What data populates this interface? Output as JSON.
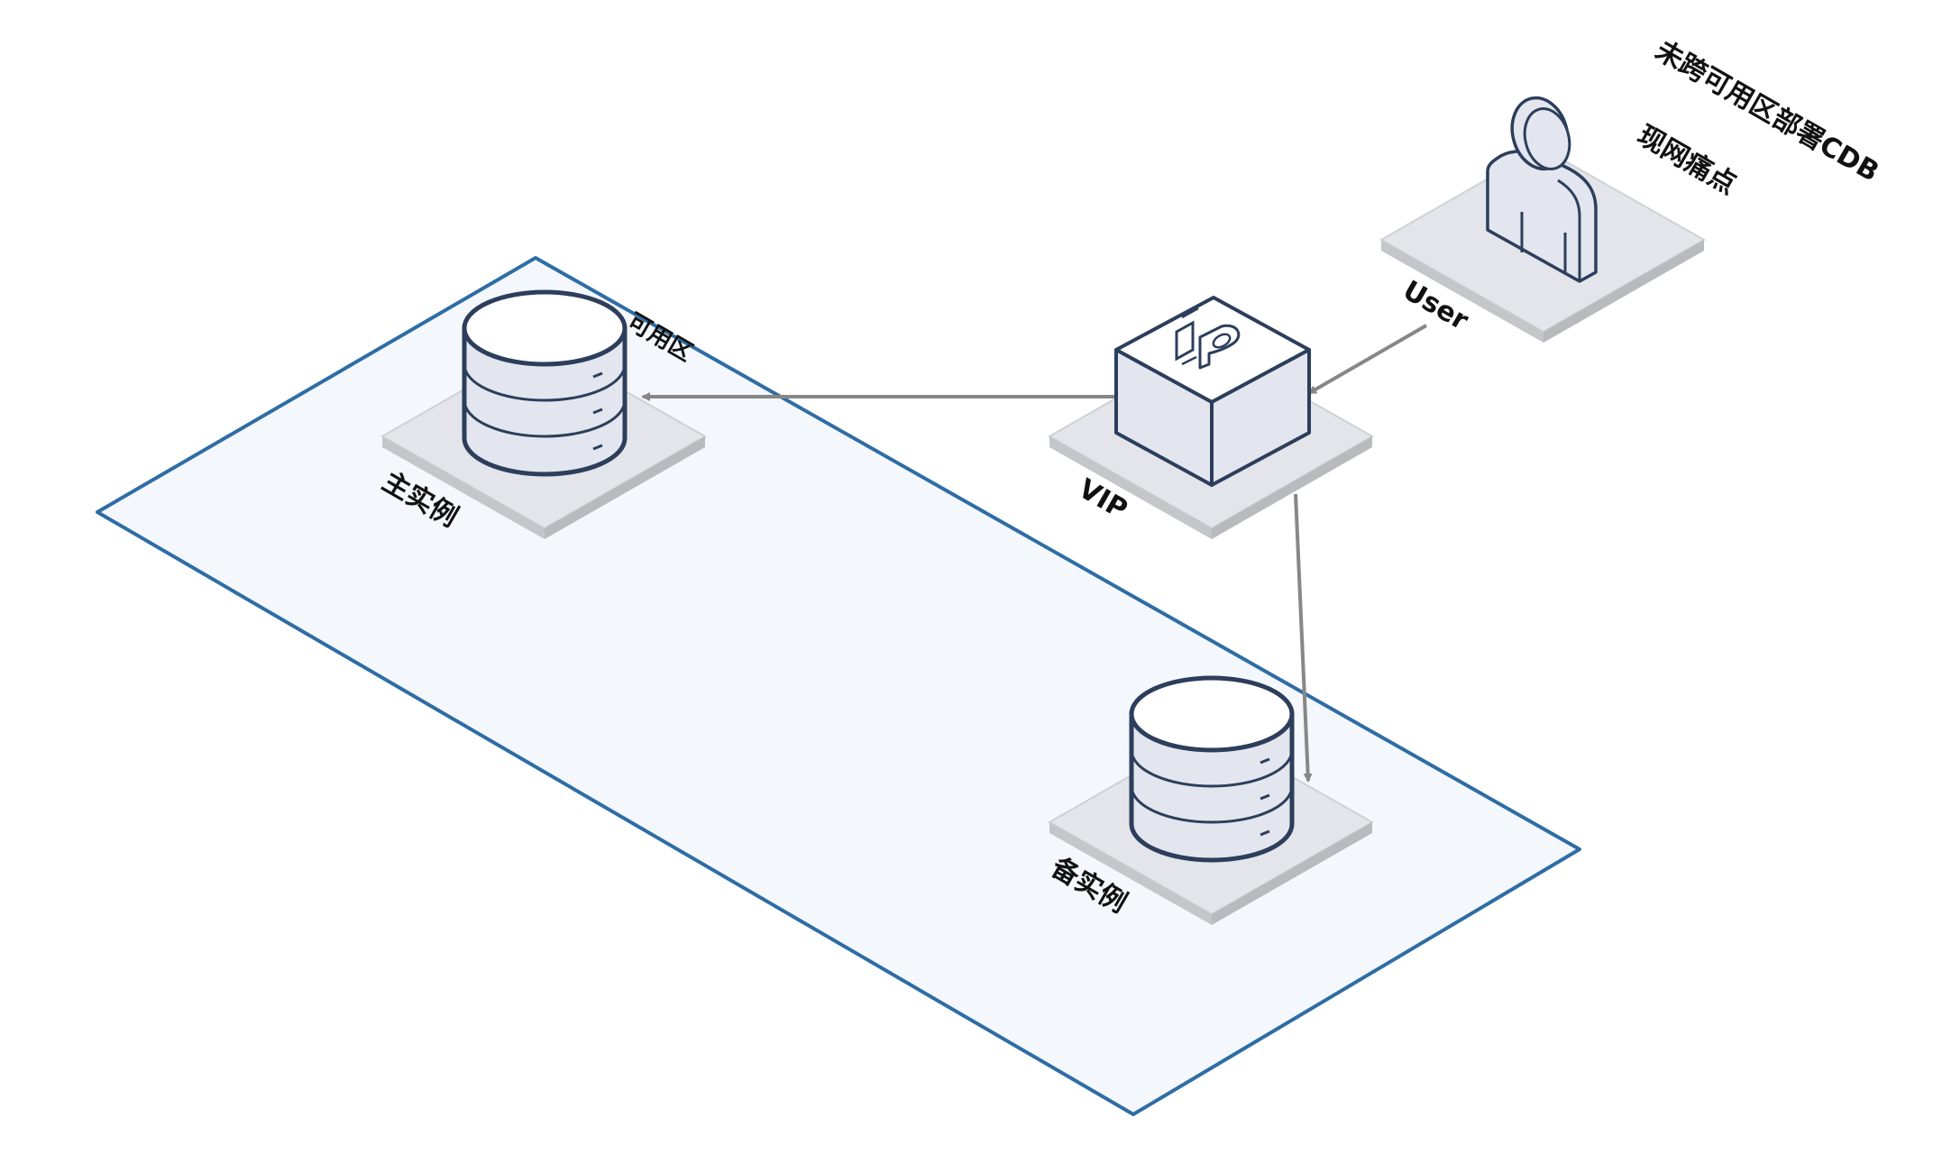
{
  "title_line_1": "未跨可用区部署CDB",
  "title_line_2": "现网痛点",
  "zone_label": "可用区",
  "nodes": {
    "user": {
      "label": "User"
    },
    "vip": {
      "label": "VIP"
    },
    "primary": {
      "label": "主实例"
    },
    "standby": {
      "label": "备实例"
    }
  },
  "colors": {
    "zone_border": "#2e6da4",
    "zone_fill": "#f4f7fc",
    "platform_top": "#e3e5ea",
    "platform_side": "#c4c6ca",
    "icon_stroke": "#2c3e5c",
    "icon_fill_light": "#ffffff",
    "icon_fill_shade": "#e3e6ee",
    "arrow": "#878787"
  },
  "icons": {
    "user": "person-icon",
    "vip": "ip-box-icon",
    "primary": "database-icon",
    "standby": "database-icon"
  }
}
